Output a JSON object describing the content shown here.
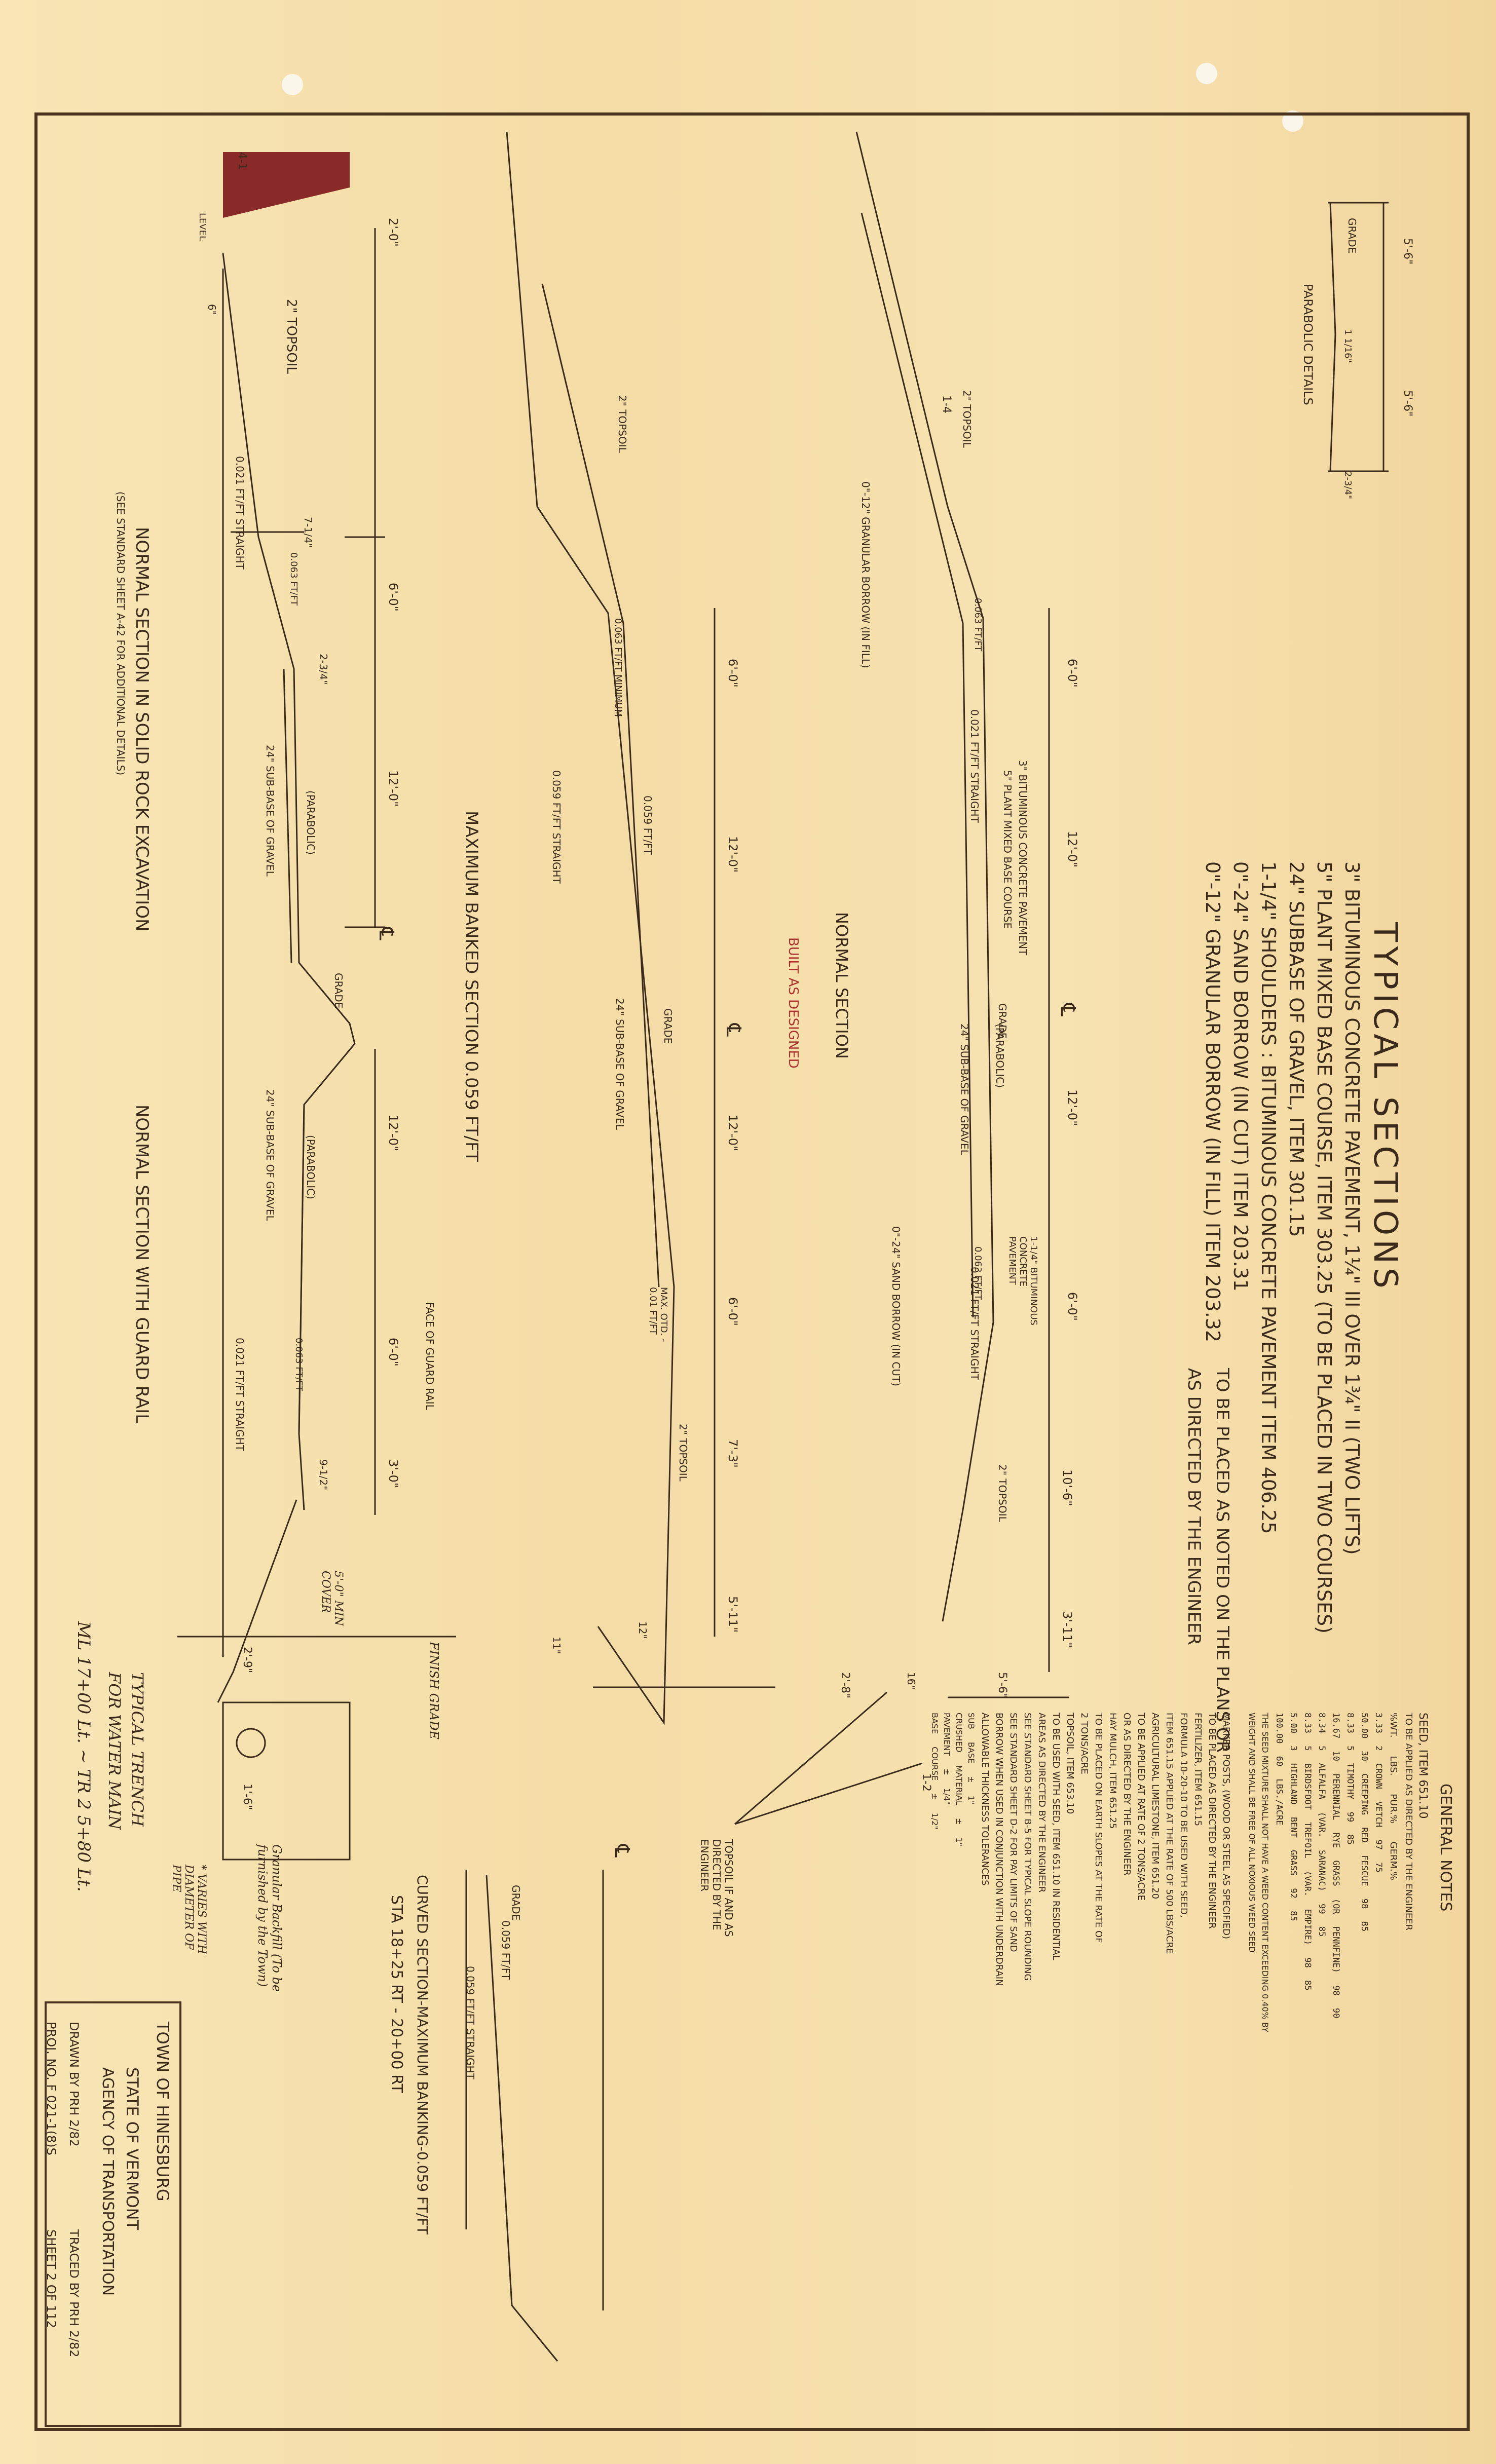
{
  "title": "TYPICAL SECTIONS",
  "materials": [
    "3\" BITUMINOUS CONCRETE PAVEMENT, 1¼\" III OVER 1¾\" II (TWO LIFTS)",
    "5\" PLANT MIXED BASE COURSE, ITEM 303.25 (TO BE PLACED IN TWO COURSES)",
    "24\" SUBBASE OF GRAVEL, ITEM 301.15",
    "1-1/4\" SHOULDERS : BITUMINOUS CONCRETE PAVEMENT ITEM 406.25",
    "0\"-24\" SAND BORROW (IN CUT) ITEM 203.31",
    "0\"-12\" GRANULAR BORROW (IN FILL) ITEM 203.32"
  ],
  "materials_note": "TO BE PLACED AS NOTED ON THE PLANS OR AS DIRECTED BY THE ENGINEER",
  "parabolic": {
    "title": "PARABOLIC DETAILS",
    "grade": "GRADE",
    "dims": [
      "5'-6\"",
      "5'-6\"",
      "1 1/16\"",
      "2-3/4\""
    ]
  },
  "general_notes": {
    "title": "GENERAL NOTES",
    "seed_header": "SEED, ITEM 651.10",
    "seed_sub": "TO BE APPLIED AS DIRECTED BY THE ENGINEER",
    "seed_cols": [
      "%WT.",
      "LBS.",
      "PUR.%",
      "GERM.%"
    ],
    "seed_rows": [
      [
        "3.33",
        "2",
        "CROWN VETCH",
        "97",
        "75"
      ],
      [
        "50.00",
        "30",
        "CREEPING RED FESCUE",
        "98",
        "85"
      ],
      [
        "8.33",
        "5",
        "TIMOTHY",
        "99",
        "85"
      ],
      [
        "16.67",
        "10",
        "PERENNIAL RYE GRASS (OR PENNFINE)",
        "98",
        "90"
      ],
      [
        "8.34",
        "5",
        "ALFALFA (VAR. SARANAC)",
        "99",
        "85"
      ],
      [
        "8.33",
        "5",
        "BIRDSFOOT TREFOIL (VAR. EMPIRE)",
        "98",
        "85"
      ],
      [
        "5.00",
        "3",
        "HIGHLAND BENT GRASS",
        "92",
        "85"
      ]
    ],
    "seed_total": [
      "100.00",
      "60 LBS./ACRE"
    ],
    "seed_notes": [
      "THE SEED MIXTURE SHALL NOT HAVE A WEED CONTENT EXCEEDING 0.40% BY",
      "WEIGHT AND SHALL BE FREE OF ALL NOXIOUS WEED SEED"
    ],
    "paragraphs": [
      "MARKER POSTS, (WOOD OR STEEL AS SPECIFIED)",
      "TO BE PLACED AS DIRECTED BY THE ENGINEER",
      "FERTILIZER, ITEM 651.15",
      "FORMULA 10-20-10 TO BE USED WITH SEED,",
      "ITEM 651.15 APPLIED AT THE RATE OF 500 LBS/ACRE",
      "AGRICULTURAL LIMESTONE, ITEM 651.20",
      "TO BE APPLIED AT RATE OF 2 TONS/ACRE",
      "OR AS DIRECTED BY THE ENGINEER",
      "HAY MULCH, ITEM 651.25",
      "TO BE PLACED ON EARTH SLOPES AT THE RATE OF",
      "2 TONS/ACRE",
      "TOPSOIL, ITEM 653.10",
      "TO BE USED WITH SEED, ITEM 651.10 IN RESIDENTIAL",
      "AREAS AS DIRECTED BY THE ENGINEER",
      "SEE STANDARD SHEET B-5 FOR TYPICAL SLOPE ROUNDING",
      "SEE STANDARD SHEET D-2 FOR PAY LIMITS OF SAND",
      "BORROW WHEN USED IN CONJUNCTION WITH UNDERDRAIN",
      "ALLOWABLE THICKNESS TOLERANCES"
    ],
    "tolerances": [
      [
        "SUB BASE",
        "± 1\""
      ],
      [
        "CRUSHED MATERIAL",
        "± 1\""
      ],
      [
        "PAVEMENT",
        "± 1/4\""
      ],
      [
        "BASE COURSE",
        "± 1/2\""
      ]
    ]
  },
  "sections": {
    "normal": "NORMAL SECTION",
    "built": "BUILT AS DESIGNED",
    "max_banked": "MAXIMUM BANKED SECTION 0.059 FT/FT",
    "rock": "NORMAL SECTION IN SOLID ROCK EXCAVATION",
    "rock_note": "(SEE STANDARD SHEET A-42 FOR ADDITIONAL DETAILS)",
    "guard": "NORMAL SECTION WITH GUARD RAIL",
    "curved": "CURVED SECTION-MAXIMUM BANKING-0.059 FT/FT",
    "curved_sta": "STA 18+25 RT - 20+00 RT",
    "trench_title": "TYPICAL TRENCH",
    "trench_sub": "FOR WATER MAIN",
    "trench_sta": "ML 17+00 Lt. ~ TR 2 5+80 Lt.",
    "topsoil_directed": "TOPSOIL IF AND AS DIRECTED BY THE ENGINEER"
  },
  "labels": {
    "topsoil": "2\" TOPSOIL",
    "straight": "0.021 FT/FT STRAIGHT",
    "parabolic": "(PARABOLIC)",
    "grade": "GRADE",
    "subbase": "24\" SUB-BASE OF GRAVEL",
    "bit_pave": "3\" BITUMINOUS CONCRETE PAVEMENT",
    "plant_mix": "5\" PLANT MIXED BASE COURSE",
    "bit_1_14": "1-1/4\" BITUMINOUS CONCRETE PAVEMENT",
    "sand_borrow": "0\"-24\" SAND BORROW (IN CUT)",
    "gran_borrow": "0\"-12\" GRANULAR BORROW (IN FILL)",
    "slope": "0.063 FT/FT",
    "slope_min": "0.063 FT/FT MINIMUM",
    "banked": "0.059 FT/FT",
    "banked_straight": "0.059 FT/FT STRAIGHT",
    "max_otd": "MAX. OTD. - 0.01 FT/FT",
    "face_guard": "FACE OF GUARD RAIL",
    "level": "LEVEL",
    "finish_grade": "FINISH GRADE",
    "min_cover": "5'-0\" MIN COVER",
    "backfill": "Granular Backfill (To be furnished by the Town)",
    "varies": "* VARIES WITH DIAMETER OF PIPE",
    "cl": "℄"
  },
  "dims": [
    "2'-0\"",
    "6'-0\"",
    "12'-0\"",
    "12'-0\"",
    "6'-0\"",
    "3'-0\"",
    "10'-6\"",
    "3'-11\"",
    "5'-11\"",
    "7'-3\"",
    "5'-6\"",
    "2'-8\"",
    "1-2",
    "1-4",
    "4-1",
    "7-1/4\"",
    "2-3/4\"",
    "9-1/2\"",
    "6\"",
    "11\"",
    "12\"",
    "16\"",
    "2'-9\"",
    "1'-6\""
  ],
  "title_block": {
    "town": "TOWN OF HINESBURG",
    "state": "STATE OF VERMONT",
    "agency": "AGENCY OF TRANSPORTATION",
    "drawn": "DRAWN BY PRH 2/82",
    "traced": "TRACED BY PRH 2/82",
    "proj": "PROJ. NO. F 021-1(8)S",
    "sheet": "SHEET 2 OF 112"
  },
  "colors": {
    "paper": "#f4dca6",
    "ink": "#3b2a1c",
    "red": "#b0302c"
  }
}
